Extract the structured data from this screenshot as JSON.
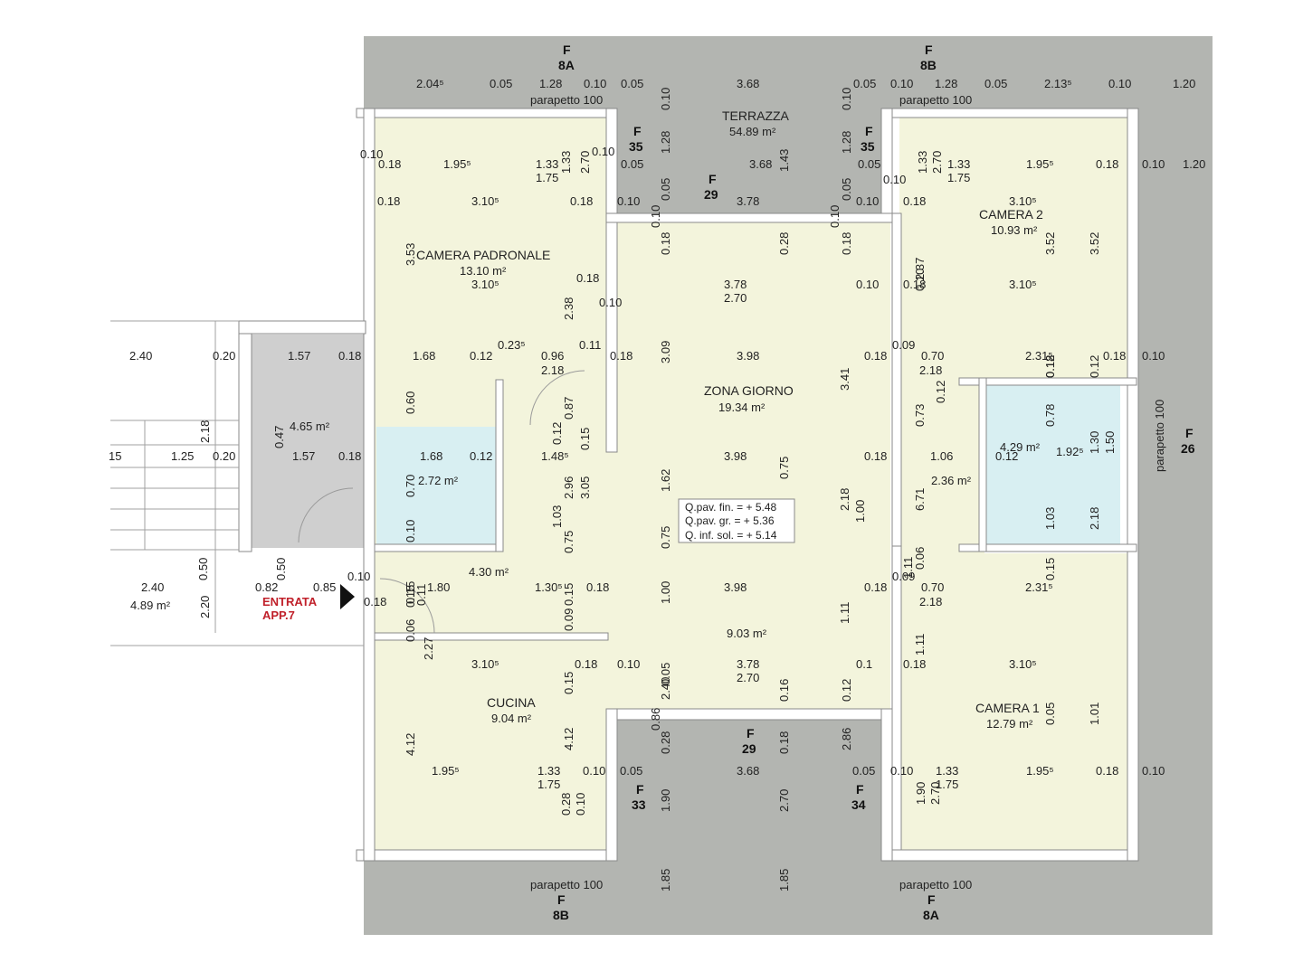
{
  "rooms": [
    {
      "name": "TERRAZZA",
      "area": "54.89 m²"
    },
    {
      "name": "CAMERA PADRONALE",
      "area": "13.10 m²"
    },
    {
      "name": "CAMERA 2",
      "area": "10.93 m²"
    },
    {
      "name": "ZONA GIORNO",
      "area": "19.34 m²"
    },
    {
      "name": "CUCINA",
      "area": "9.04 m²"
    },
    {
      "name": "CAMERA 1",
      "area": "12.79 m²"
    }
  ],
  "unnamed_areas": [
    "4.65 m²",
    "2.72 m²",
    "4.30 m²",
    "4.29 m²",
    "2.36 m²",
    "9.03 m²",
    "4.89 m²"
  ],
  "entrance": {
    "line1": "ENTRATA",
    "line2": "APP.7"
  },
  "levels": [
    "Q.pav. fin.  = + 5.48",
    "Q.pav. gr.  = + 5.36",
    "Q. inf. sol.  = + 5.14"
  ],
  "parapets": [
    "parapetto 100",
    "parapetto 100",
    "parapetto 100",
    "parapetto 100",
    "parapetto 100"
  ],
  "refs": [
    {
      "f": "F",
      "n": "8A"
    },
    {
      "f": "F",
      "n": "8B"
    },
    {
      "f": "F",
      "n": "35"
    },
    {
      "f": "F",
      "n": "35"
    },
    {
      "f": "F",
      "n": "29"
    },
    {
      "f": "F",
      "n": "26"
    },
    {
      "f": "F",
      "n": "29"
    },
    {
      "f": "F",
      "n": "33"
    },
    {
      "f": "F",
      "n": "34"
    },
    {
      "f": "F",
      "n": "8B"
    },
    {
      "f": "F",
      "n": "8A"
    }
  ],
  "dims_h": [
    "2.04⁵",
    "0.05",
    "1.28",
    "0.10",
    "0.05",
    "3.68",
    "0.05",
    "0.10",
    "1.28",
    "0.05",
    "2.13⁵",
    "0.10",
    "1.20",
    "0.10",
    "0.18",
    "1.95⁵",
    "1.33",
    "1.75",
    "0.10",
    "0.05",
    "3.68",
    "0.05",
    "0.10",
    "1.33",
    "1.75",
    "1.95⁵",
    "0.18",
    "0.10",
    "1.20",
    "0.18",
    "3.10⁵",
    "0.18",
    "0.10",
    "3.78",
    "0.10",
    "0.18",
    "3.10⁵",
    "3.10⁵",
    "0.18",
    "0.10",
    "3.78",
    "2.70",
    "0.10",
    "0.18",
    "3.10⁵",
    "2.40",
    "0.20",
    "1.57",
    "0.18",
    "1.68",
    "0.12",
    "0.23⁵",
    "0.96",
    "2.18",
    "0.11",
    "0.18",
    "3.98",
    "0.18",
    "0.09",
    "0.70",
    "2.18",
    "2.31⁵",
    "0.18",
    "0.10",
    "15",
    "1.25",
    "0.20",
    "1.57",
    "0.18",
    "1.68",
    "0.12",
    "1.48⁵",
    "3.98",
    "0.18",
    "1.06",
    "0.12",
    "1.92⁵",
    "2.40",
    "0.82",
    "0.85",
    "0.10",
    "0.18",
    "1.80",
    "1.30⁵",
    "0.18",
    "3.98",
    "0.18",
    "0.09",
    "0.70",
    "2.18",
    "2.31⁵",
    "3.10⁵",
    "0.18",
    "0.10",
    "3.78",
    "2.70",
    "0.1",
    "0.18",
    "3.10⁵",
    "1.95⁵",
    "1.33",
    "1.75",
    "0.10",
    "0.05",
    "3.68",
    "0.05",
    "0.10",
    "1.33",
    "1.75",
    "1.95⁵",
    "0.18",
    "0.10"
  ],
  "dims_v": [
    "0.10",
    "1.28",
    "1.43",
    "1.28",
    "0.10",
    "1.33",
    "2.70",
    "1.33",
    "2.70",
    "0.05",
    "0.10",
    "0.05",
    "0.10",
    "3.53",
    "0.18",
    "0.28",
    "0.18",
    "3.52",
    "3.52",
    "2.38",
    "2.37",
    "3.09",
    "3.41",
    "0.18",
    "0.12",
    "0.12",
    "0.60",
    "0.87",
    "0.12",
    "0.15",
    "0.73",
    "0.12",
    "0.78",
    "1.30",
    "1.50",
    "0.47",
    "2.18",
    "0.70",
    "2.96",
    "3.05",
    "1.62",
    "0.75",
    "2.18",
    "1.00",
    "6.71",
    "1.03",
    "2.18",
    "1.03",
    "0.75",
    "0.75",
    "0.10",
    "0.50",
    "0.50",
    "0.15",
    "0.06",
    "0.15",
    "0.11",
    "0.15",
    "0.15",
    "2.20",
    "1.00",
    "1.11",
    "1.11",
    "2.27",
    "0.09",
    "0.06",
    "1.11",
    "0.15",
    "2.40",
    "0.86",
    "0.16",
    "0.12",
    "0.28",
    "0.18",
    "0.05",
    "0.05",
    "1.01",
    "4.12",
    "4.12",
    "2.86",
    "0.28",
    "0.10",
    "1.90",
    "2.70",
    "1.90",
    "2.70",
    "1.85",
    "1.85",
    "0.10",
    "0.10",
    "0.18"
  ],
  "colors": {
    "terrace": "#b3b5b1",
    "room": "#f3f4dc",
    "bath": "#d8eff2",
    "wall": "#ffffff",
    "wallEdge": "#8a8a8a",
    "stair": "#cfcfcf"
  }
}
